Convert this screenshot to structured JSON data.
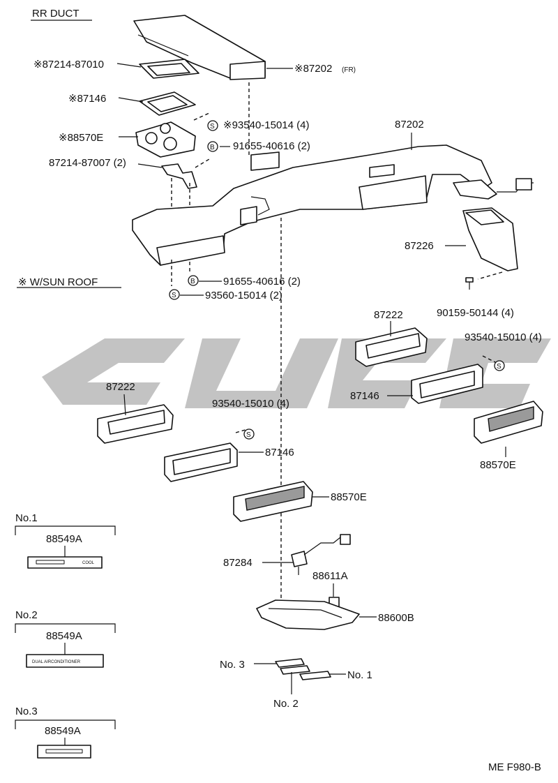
{
  "header": {
    "section_title": "RR DUCT",
    "sunroof_note": "※ W/SUN ROOF",
    "diagram_code": "ME F980-B"
  },
  "callouts": {
    "p87214_87010": "※87214-87010",
    "p87202_fr": "※87202",
    "p87202_fr_suffix": "(FR)",
    "p87146_top": "※87146",
    "p93540_15014": "※93540-15014 (4)",
    "p88570e_top": "※88570E",
    "p91655_40616_a": "91655-40616 (2)",
    "p87214_87007": "87214-87007 (2)",
    "p87202": "87202",
    "p87226": "87226",
    "p91655_40616_b": "91655-40616 (2)",
    "p93560_15014": "93560-15014 (2)",
    "p90159_50144": "90159-50144 (4)",
    "p87222_right": "87222",
    "p93540_15010_right": "93540-15010 (4)",
    "p87146_right": "87146",
    "p88570e_right": "88570E",
    "p87222_left": "87222",
    "p93540_15010_mid": "93540-15010 (4)",
    "p87146_mid": "87146",
    "p88570e_mid": "88570E",
    "p87284": "87284",
    "p88611a": "88611A",
    "p88600b": "88600B",
    "no3": "No. 3",
    "no1": "No. 1",
    "no2": "No. 2"
  },
  "fastener_marks": {
    "s": "S",
    "b": "B"
  },
  "label_plates": [
    {
      "title": "No.1",
      "part": "88549A",
      "plate_text": "COOL"
    },
    {
      "title": "No.2",
      "part": "88549A",
      "plate_text": "DUAL AIRCONDITIONER"
    },
    {
      "title": "No.3",
      "part": "88549A",
      "plate_text": ""
    }
  ],
  "colors": {
    "line": "#111111",
    "watermark": "#b8b8b8",
    "background": "#ffffff"
  }
}
